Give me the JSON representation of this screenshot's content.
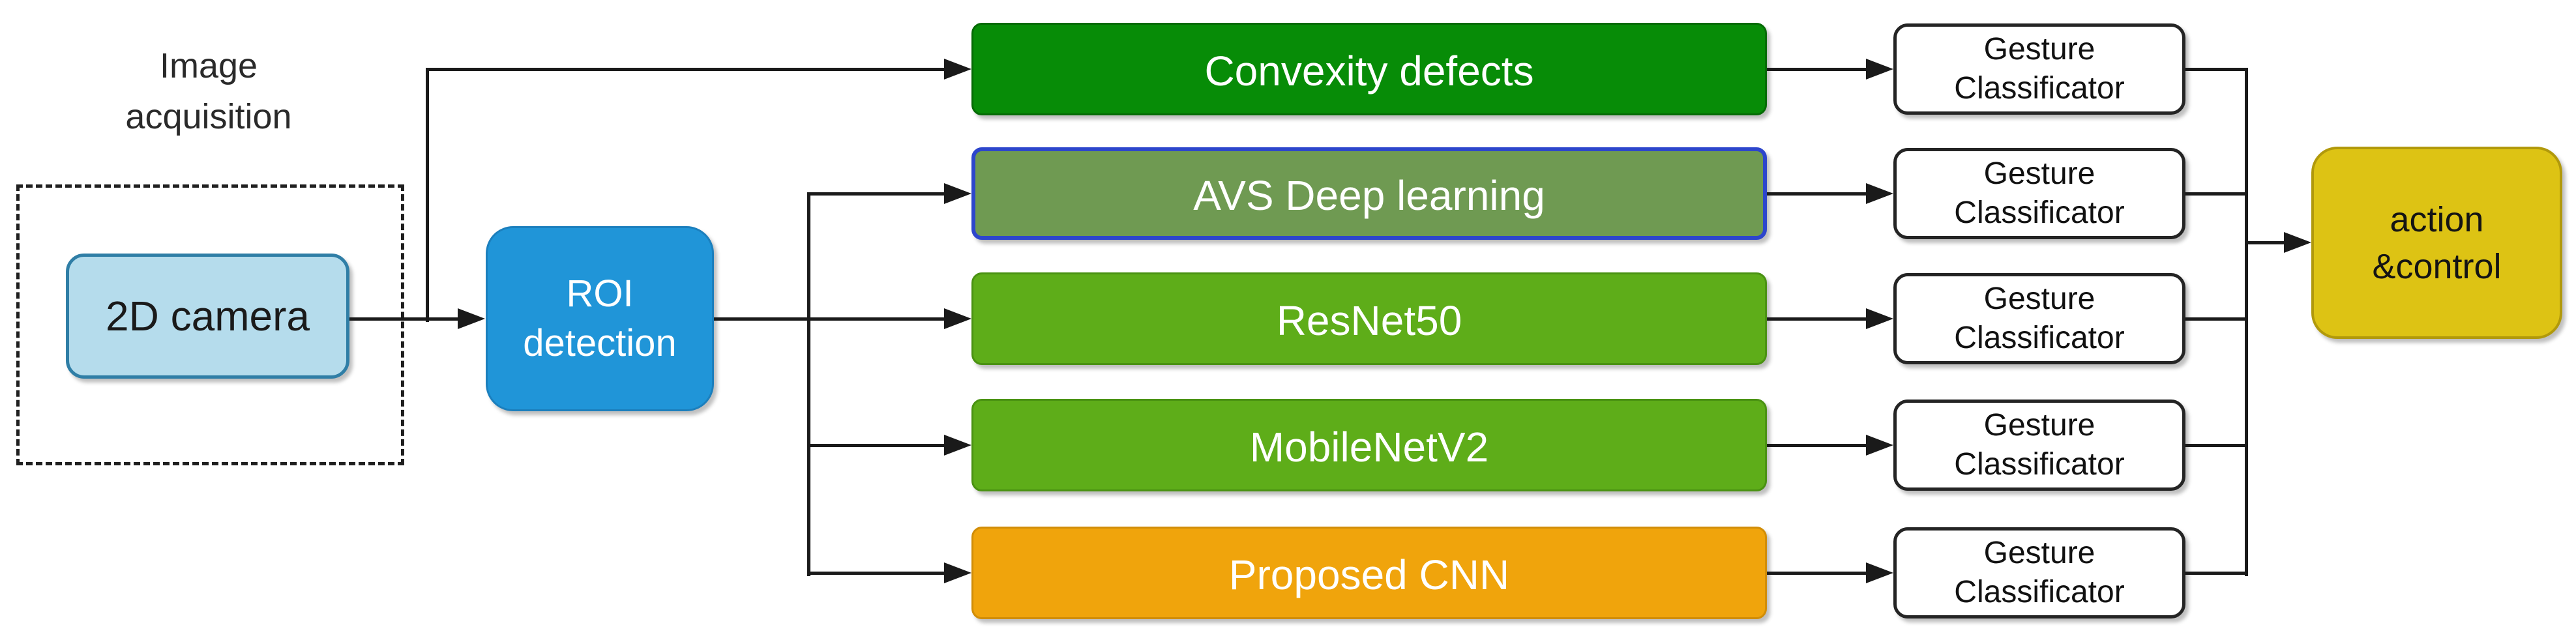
{
  "diagram": {
    "image_acquisition": {
      "label": "Image\nacquisition"
    },
    "camera": {
      "label": "2D camera",
      "fill": "#b5dcec",
      "border": "#2f7ea6"
    },
    "roi": {
      "label": "ROI\ndetection",
      "fill": "#2095d8",
      "border": "#1b7fbd"
    },
    "pipelines": [
      {
        "id": "convexity-defects",
        "label": "Convexity defects",
        "fill": "#078c07",
        "border": "#056b05",
        "text_color": "#ffffff"
      },
      {
        "id": "avs-deep-learning",
        "label": "AVS Deep learning",
        "fill": "#6f9a52",
        "border": "#2d46cc",
        "text_color": "#ffffff"
      },
      {
        "id": "resnet50",
        "label": "ResNet50",
        "fill": "#5ead19",
        "border": "#4a9212",
        "text_color": "#ffffff"
      },
      {
        "id": "mobilenetv2",
        "label": "MobileNetV2",
        "fill": "#5ead19",
        "border": "#4a9212",
        "text_color": "#ffffff"
      },
      {
        "id": "proposed-cnn",
        "label": "Proposed CNN",
        "fill": "#f0a40c",
        "border": "#d18d07",
        "text_color": "#ffffff"
      }
    ],
    "classifier_label": "Gesture\nClassificator",
    "action": {
      "label": "action\n&control",
      "fill": "#ddc314",
      "border": "#b1990b"
    },
    "line_color": "#1a1a1a"
  }
}
